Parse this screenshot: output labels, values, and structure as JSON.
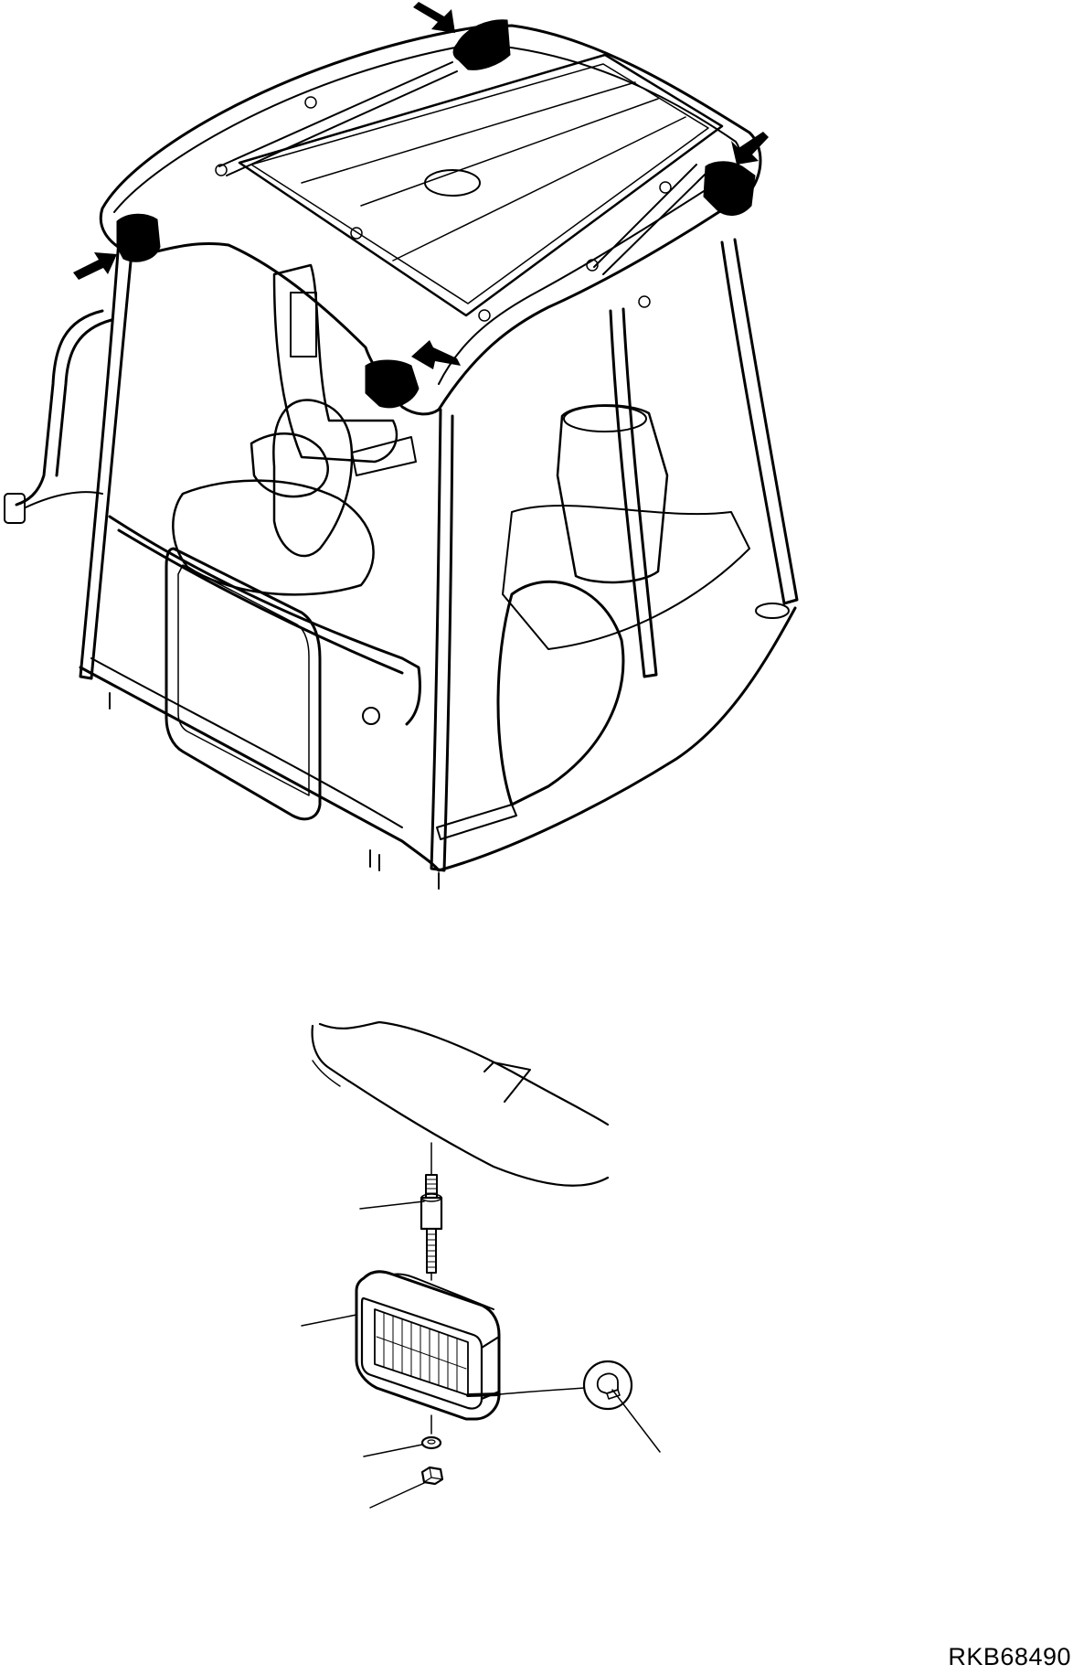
{
  "figure": {
    "reference_code": "RKB68490",
    "cab_view": {
      "callout_arrows": 4,
      "highlighted_parts": "work-lamp"
    },
    "detail_view": {
      "parts": [
        "stud",
        "lamp-housing",
        "washer",
        "nut",
        "bulb"
      ],
      "leader_lines": 5,
      "part_numbers_printed": false
    }
  }
}
